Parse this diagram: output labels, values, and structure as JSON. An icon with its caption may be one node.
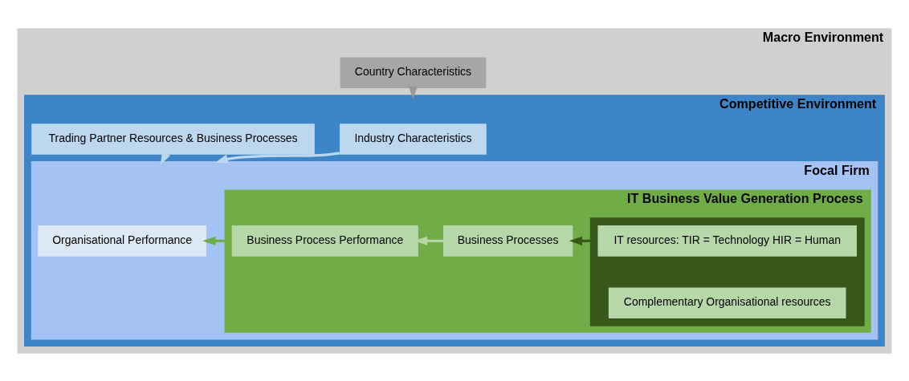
{
  "diagram": {
    "nodes": [
      {
        "text": [
          "Macro Environment"
        ]
      },
      {
        "text": [
          "Country Characteristics"
        ],
        "in": 0
      },
      {
        "text": [
          "Competitive Environment"
        ],
        "in": 0
      },
      {
        "text": [
          "Industry Characteristics"
        ],
        "in": 2
      },
      {
        "text": [
          "Trading Partner Resources & Business Processes"
        ],
        "in": 2
      },
      {
        "text": [
          "Focal Firm"
        ],
        "in": 2
      },
      {
        "text": [
          "IT Business Value Generation Process"
        ],
        "in": 5
      },
      {
        "text": [],
        "shape": "box",
        "in": 6
      },
      {
        "text": [
          "IT resources: TIR = Technology HIR = Human"
        ],
        "in": 7
      },
      {
        "text": [
          "Complementary Organisational resources"
        ],
        "in": 7
      },
      {
        "text": [
          "Business Processes"
        ],
        "in": 6
      },
      {
        "text": [
          "Business Process Performance"
        ],
        "in": 6
      },
      {
        "text": [
          "Organisational Performance"
        ],
        "in": 5
      }
    ],
    "edges": [
      {
        "from": 1,
        "to": 2,
        "arrow": "to",
        "color": "#999999"
      },
      {
        "from": 3,
        "to": 5,
        "arrow": "to",
        "color": "#bdd7ee"
      },
      {
        "from": 4,
        "to": 5,
        "arrow": "to",
        "color": "#bdd7ee"
      },
      {
        "from": 7,
        "to": 10,
        "arrow": "to",
        "color": "#38571a"
      },
      {
        "from": 10,
        "to": 11,
        "arrow": "to",
        "color": "#b6d7a8"
      },
      {
        "from": 11,
        "to": 12,
        "arrow": "to",
        "color": "#70ad47"
      }
    ]
  }
}
